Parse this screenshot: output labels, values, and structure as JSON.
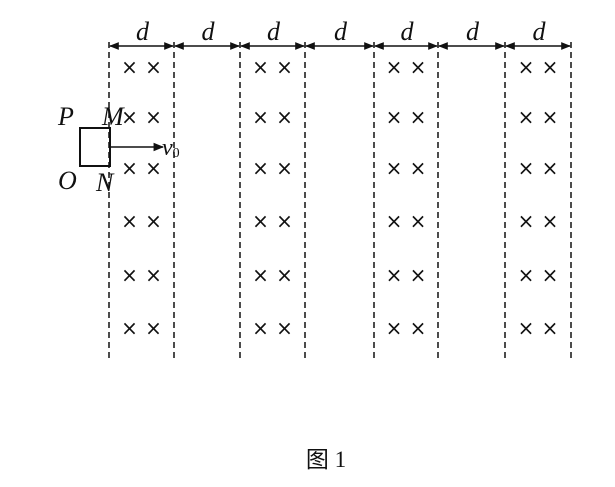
{
  "spacing_label": "d",
  "field_symbol": "×",
  "corner_labels": {
    "p": "P",
    "m": "M",
    "o": "O",
    "n": "N"
  },
  "velocity_label": "v",
  "velocity_subscript": "0",
  "caption": "图 1",
  "diagram": {
    "interval_count": 7,
    "field_region_intervals": [
      0,
      2,
      4,
      6
    ],
    "cross_rows": 6,
    "crosses_per_row": 2
  },
  "colors": {
    "ink": "#111111",
    "background": "#ffffff"
  }
}
